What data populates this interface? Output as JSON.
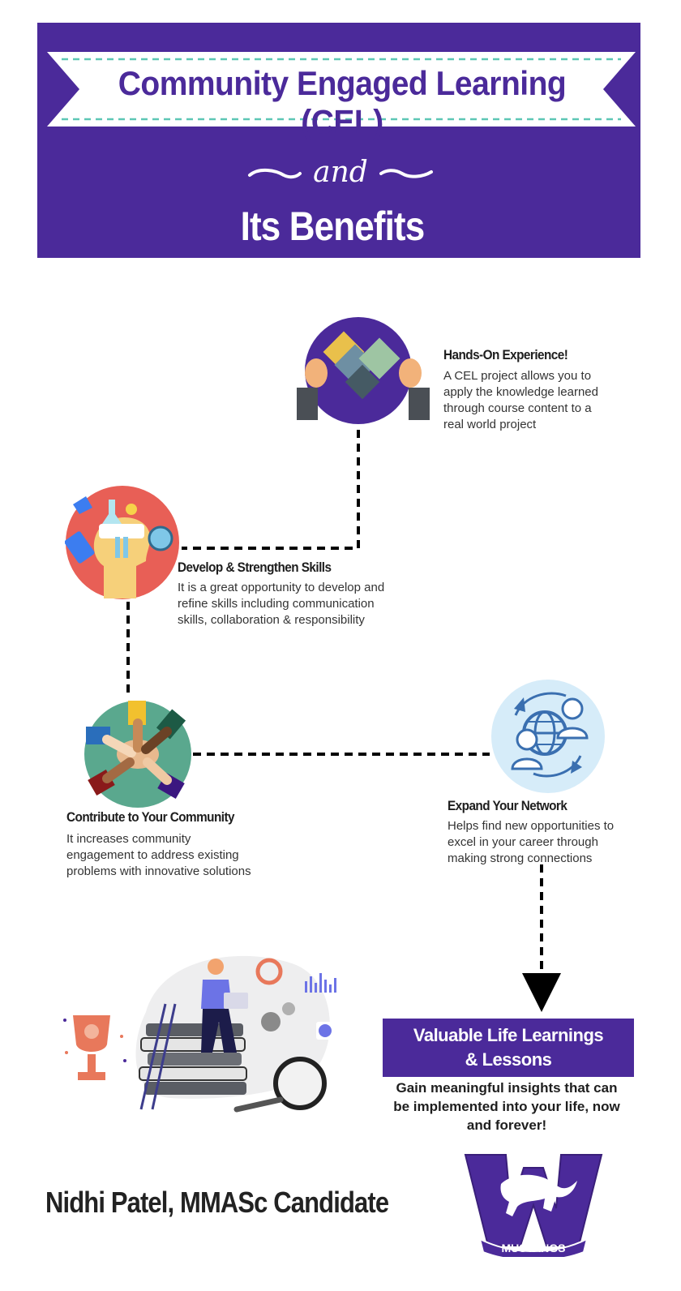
{
  "header": {
    "title": "Community Engaged Learning (CEL)",
    "connector": "and",
    "subtitle": "Its Benefits"
  },
  "sections": [
    {
      "title": "Hands-On Experience!",
      "body": "A CEL project allows you to apply the knowledge learned through course content to a real world project"
    },
    {
      "title": "Develop & Strengthen Skills",
      "body": "It is a great opportunity to develop and refine skills including communication skills, collaboration & responsibility"
    },
    {
      "title": "Contribute to Your Community",
      "body": "It increases community engagement to address existing problems with innovative solutions"
    },
    {
      "title": "Expand Your Network",
      "body": "Helps find new opportunities to excel in your career through making strong connections"
    }
  ],
  "outcome": {
    "title": "Valuable Life Learnings & Lessons",
    "body": "Gain meaningful insights that can be implemented into your life, now and forever!"
  },
  "author": "Nidhi Patel, MMASc Candidate",
  "logo": {
    "text": "MUSTANGS",
    "icon": "mustang-w-logo-icon"
  },
  "colors": {
    "brand": "#4b2a9a",
    "accent": "#5ec7b5"
  }
}
